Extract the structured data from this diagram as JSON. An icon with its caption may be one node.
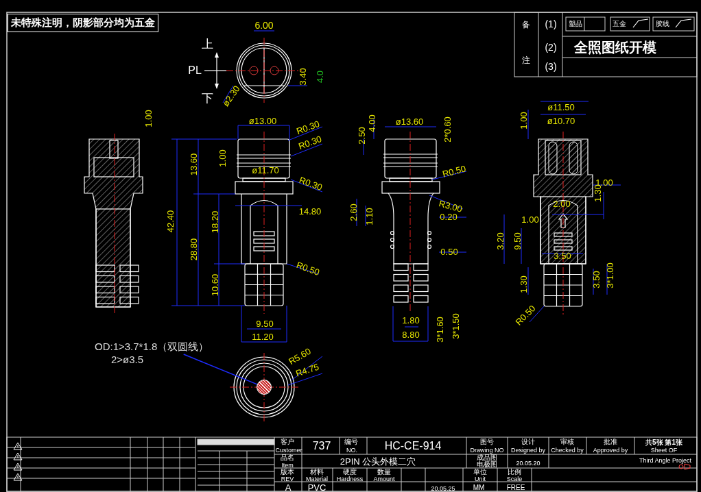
{
  "diagram": {
    "nodes": [
      {
        "text": [
          "未特殊注明，阴影部分均为五金"
        ]
      },
      {
        "text": [
          "OD:1>3.7*1.8（双圆线）",
          "2>ø3.5"
        ]
      },
      {
        "text": [],
        "shape": "circle"
      }
    ],
    "edges": [
      {
        "from": 1,
        "to": 2,
        "arrow": "none"
      }
    ],
    "labels": [
      "6.00",
      "上",
      "PL",
      "下",
      "ø2.30",
      "3.40",
      "4.0",
      "备",
      "注",
      "(1)",
      "(2)",
      "(3)",
      "塑品",
      "五金",
      "胶线",
      "全照图纸开模",
      "1.00",
      "ø13.00",
      "R0.30",
      "R0.30",
      "1.00",
      "ø11.70",
      "R0.30",
      "13.60",
      "42.40",
      "14.80",
      "18.20",
      "28.80",
      "R0.50",
      "10.60",
      "9.50",
      "11.20",
      "2.50",
      "4.00",
      "ø13.60",
      "2*0.60",
      "R0.50",
      "2.60",
      "1.10",
      "R3.00",
      "0.20",
      "0.50",
      "1.80",
      "8.80",
      "3*1.60",
      "3*1.50",
      "ø11.50",
      "ø10.70",
      "1.00",
      "1.00",
      "1.30",
      "2.00",
      "1.00",
      "3.20",
      "9.50",
      "3.50",
      "3.50",
      "3*1.00",
      "1.30",
      "R0.50",
      "R5.60",
      "R4.75",
      "客户",
      "Customer",
      "737",
      "编号",
      "NO.",
      "HC-CE-914",
      "图号",
      "Drawing NO",
      "设计",
      "Designed by",
      "审核",
      "Checked by",
      "批准",
      "Approved by",
      "共5张 第1张",
      "Sheet OF",
      "品名",
      "Item",
      "2PIN 公头外模二穴",
      "成品图",
      "电极图",
      "20.05.20",
      "Third Angle Project",
      "版本",
      "REV",
      "材料",
      "Material",
      "硬度",
      "Hardness",
      "数量",
      "Amount",
      "单位",
      "Unit",
      "比例",
      "Scale",
      "A",
      "PVC",
      "20.05.25",
      "MM",
      "FREE"
    ]
  }
}
